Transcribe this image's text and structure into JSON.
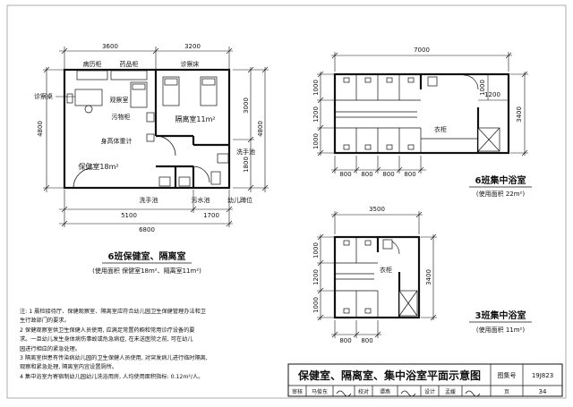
{
  "plan_6_health": {
    "top_dims": [
      "3600",
      "3200"
    ],
    "left_dim": "4800",
    "right_dims": [
      "3000",
      "4800",
      "1800"
    ],
    "bottom_dims": [
      "5100",
      "1700"
    ],
    "bottom_total": "6800",
    "labels": {
      "record_cabinet": "病历柜",
      "medicine_cabinet": "药品柜",
      "exam_bed": "诊察床",
      "exam_desk": "诊察桌",
      "observation_room": "观察室",
      "dirty_cabinet": "污物柜",
      "isolation_room": "隔离室11m²",
      "height_meter": "身高体重计",
      "health_room": "保健室18m²",
      "washbasin_right": "洗手池",
      "washbasin_bottom": "洗手池",
      "dirty_sink": "污水池",
      "child_toilet": "幼儿蹲位"
    },
    "title": "6班保健室、隔离室",
    "subtitle": "(使用面积  保健室18m²、隔离室11m²)"
  },
  "plan_6_bath": {
    "top_dim": "7000",
    "left_dims": [
      "1000",
      "1200",
      "1000"
    ],
    "inner_dims": [
      "1000",
      "1200"
    ],
    "right_dim": "3400",
    "bottom_dims": [
      "800",
      "800",
      "800",
      "800"
    ],
    "closet_label": "衣柜",
    "title": "6班集中浴室",
    "subtitle": "(使用面积  22m²)"
  },
  "plan_3_bath": {
    "top_dim": "3500",
    "left_dims": [
      "1000",
      "1200",
      "1000"
    ],
    "right_dim": "3400",
    "bottom_dims": [
      "800",
      "800"
    ],
    "closet_label": "衣柜",
    "title": "3班集中浴室",
    "subtitle": "(使用面积  11m²)"
  },
  "notes": {
    "heading": "注: 1",
    "lines": [
      "注: 1    晨检接待厅、保健观察室、隔离室应符合幼儿园卫生保健管理办法和卫",
      "         生行政部门的要求。",
      "    2    保健观察室供卫生保健人员使用, 应满足常置药橱和常用诊疗设备的要",
      "         求。一旦幼儿发生身体病伤事故或危急病症, 在未送医院之前, 可在幼儿",
      "         园进行相应的紧急处理。",
      "    3    隔离室供患有传染病幼儿园的卫生保健人员使用, 对突发病儿进行临时隔离,",
      "         观察和紧急处理, 隔离室内宜设置厕所。",
      "    4    集中浴室为寄宿制幼儿园幼儿洗浴用房, 人均使用面积指标: 0.12m²/人。"
    ]
  },
  "title_block": {
    "drawing_title": "保健室、隔离室、集中浴室平面示意图",
    "atlas_label": "图集号",
    "atlas_no": "19J823",
    "review_label": "审核",
    "review_name": "马俊东",
    "check_label": "校对",
    "check_name": "谭燕",
    "design_label": "设计",
    "design_name": "孟媛",
    "page_label": "页",
    "page_no": "34"
  }
}
